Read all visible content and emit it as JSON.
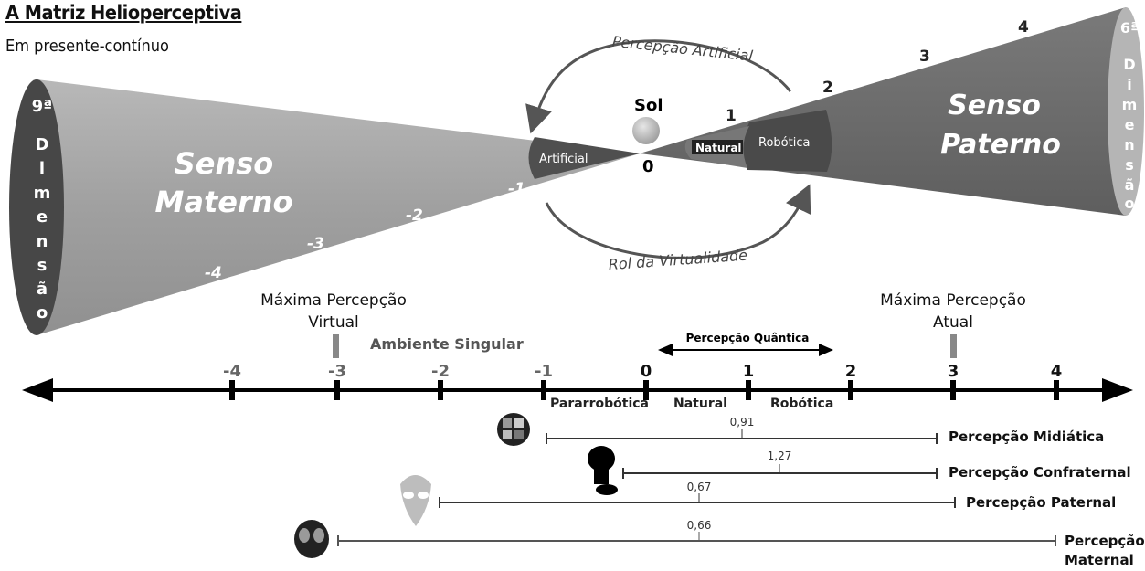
{
  "header": {
    "title": "A Matriz Helioperceptiva",
    "subtitle": "Em presente-contínuo"
  },
  "cones": {
    "left": {
      "label_line1": "Senso",
      "label_line2": "Materno",
      "dimension_letters": [
        "9ª",
        "D",
        "i",
        "m",
        "e",
        "n",
        "s",
        "ã",
        "o"
      ],
      "ring_label": "Artificial",
      "ticks": [
        "-1",
        "-2",
        "-3",
        "-4"
      ]
    },
    "right": {
      "label_line1": "Senso",
      "label_line2": "Paterno",
      "dimension_letters": [
        "6ª",
        "D",
        "i",
        "m",
        "e",
        "n",
        "s",
        "ã",
        "o"
      ],
      "ring_label": "Robótica",
      "inner_label": "Natural",
      "ticks": [
        "1",
        "2",
        "3",
        "4"
      ]
    },
    "center_zero": "0",
    "sun_label": "Sol",
    "arc_top": "Percepção Artificial",
    "arc_bottom": "Rol da Virtualidade"
  },
  "axis": {
    "ticks": [
      "-4",
      "-3",
      "-2",
      "-1",
      "0",
      "1",
      "2",
      "3",
      "4"
    ],
    "max_virtual": [
      "Máxima Percepção",
      "Virtual"
    ],
    "max_actual": [
      "Máxima Percepção",
      "Atual"
    ],
    "ambient": "Ambiente Singular",
    "quantum": "Percepção Quântica",
    "segments": [
      "Pararrobótica",
      "Natural",
      "Robótica"
    ]
  },
  "perceptions": [
    {
      "label": "Percepção Midiática",
      "value": "0,91",
      "icon": "globe-icon"
    },
    {
      "label": "Percepção Confraternal",
      "value": "1,27",
      "icon": "mascot-icon"
    },
    {
      "label": "Percepção Paternal",
      "value": "0,67",
      "icon": "alien-head-icon"
    },
    {
      "label_line1": "Percepção",
      "label_line2": "Maternal",
      "value": "0,66",
      "icon": "mask-icon"
    }
  ],
  "colors": {
    "left_cone": "#a3a3a3",
    "right_cone": "#6e6e6e",
    "ring_dark": "#4d4d4d",
    "dimension_band": "#4a4a4a",
    "axis": "#000000"
  }
}
